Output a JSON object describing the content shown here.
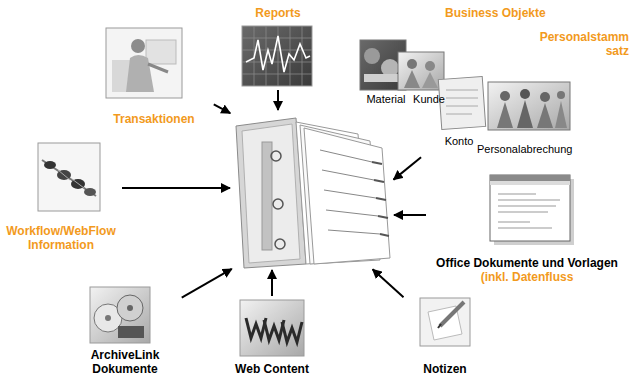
{
  "diagram": {
    "nodes": [
      {
        "text": [
          "Transaktionen"
        ]
      },
      {
        "text": [
          "Reports"
        ]
      },
      {
        "text": [
          "Business Objekte"
        ]
      },
      {
        "text": [
          "Material"
        ],
        "in": 2
      },
      {
        "text": [
          "Kunde"
        ],
        "in": 2
      },
      {
        "text": [
          "Konto"
        ],
        "in": 2
      },
      {
        "text": [
          "Personalstamm satz",
          "Personalabrechung"
        ],
        "in": 2
      },
      {
        "text": [
          "Workflow/WebFlow Information"
        ]
      },
      {
        "text": []
      },
      {
        "text": [
          "Office Dokumente und Vorlagen",
          "(inkl. Datenfluss"
        ]
      },
      {
        "text": [
          "ArchiveLink Dokumente"
        ]
      },
      {
        "text": [
          "Web Content"
        ]
      },
      {
        "text": [
          "Notizen"
        ]
      }
    ],
    "edges": [
      {
        "from": 0,
        "to": 8,
        "arrow": "to"
      },
      {
        "from": 1,
        "to": 8,
        "arrow": "to"
      },
      {
        "from": 2,
        "to": 8,
        "arrow": "to"
      },
      {
        "from": 7,
        "to": 8,
        "arrow": "to"
      },
      {
        "from": 9,
        "to": 8,
        "arrow": "to"
      },
      {
        "from": 10,
        "to": 8,
        "arrow": "to"
      },
      {
        "from": 11,
        "to": 8,
        "arrow": "to"
      },
      {
        "from": 12,
        "to": 8,
        "arrow": "to"
      }
    ]
  }
}
